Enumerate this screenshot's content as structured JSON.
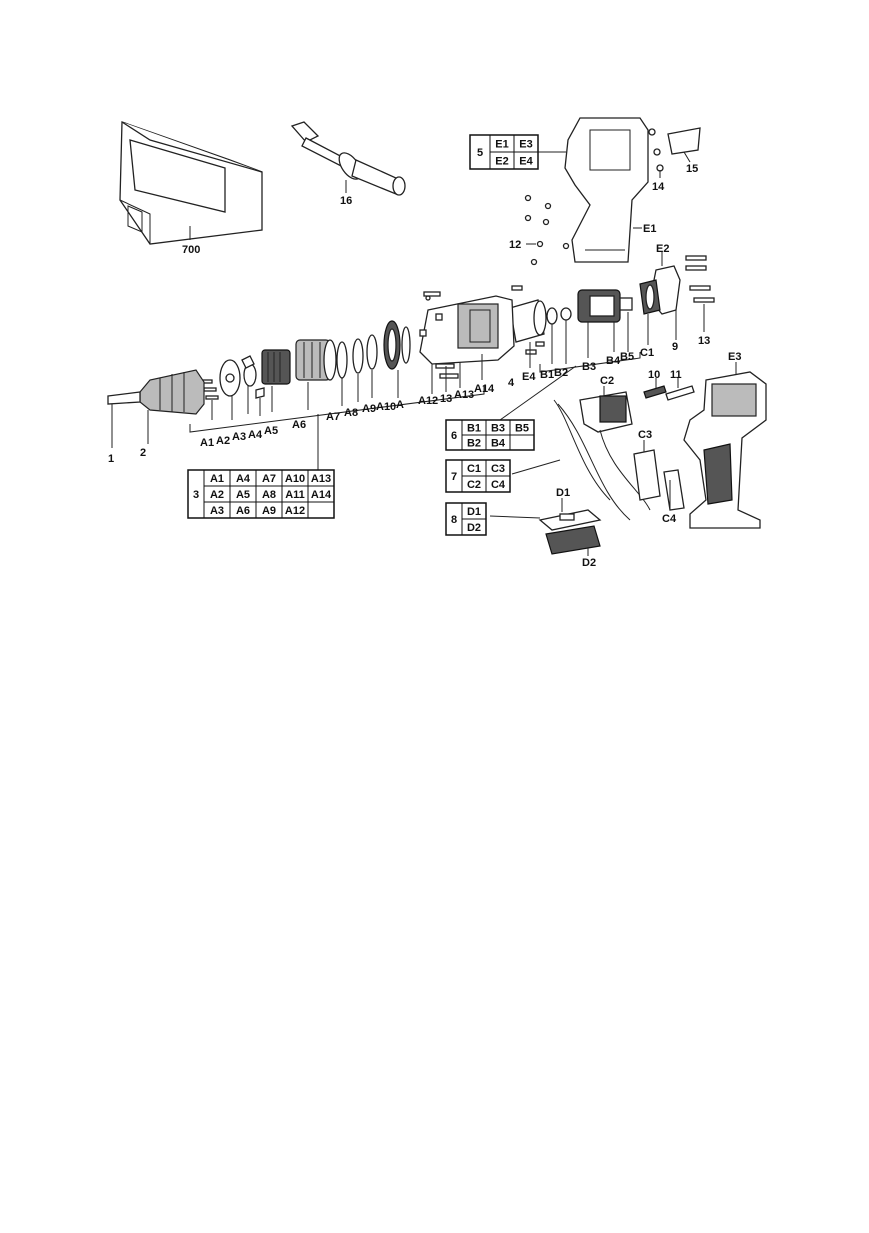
{
  "labels": {
    "l1": "1",
    "l2": "2",
    "l4": "4",
    "l9": "9",
    "l10": "10",
    "l11": "11",
    "l12": "12",
    "l13a": "13",
    "l13b": "13",
    "l14": "14",
    "l15": "15",
    "l16": "16",
    "l700": "700",
    "A": "A",
    "A1": "A1",
    "A2": "A2",
    "A3": "A3",
    "A4": "A4",
    "A5": "A5",
    "A6": "A6",
    "A7": "A7",
    "A8": "A8",
    "A9": "A9",
    "A10": "A10",
    "A12": "A12",
    "A13": "A13",
    "A14": "A14",
    "B1": "B1",
    "B2": "B2",
    "B3": "B3",
    "B4": "B4",
    "B5": "B5",
    "C1": "C1",
    "C2": "C2",
    "C3": "C3",
    "C4": "C4",
    "D1": "D1",
    "D2": "D2",
    "E1": "E1",
    "E2": "E2",
    "E3": "E3",
    "E4": "E4"
  },
  "tables": {
    "t3": {
      "num": "3",
      "rows": [
        [
          "A1",
          "A4",
          "A7",
          "A10",
          "A13"
        ],
        [
          "A2",
          "A5",
          "A8",
          "A11",
          "A14"
        ],
        [
          "A3",
          "A6",
          "A9",
          "A12",
          ""
        ]
      ]
    },
    "t5": {
      "num": "5",
      "rows": [
        [
          "E1",
          "E3"
        ],
        [
          "E2",
          "E4"
        ]
      ]
    },
    "t6": {
      "num": "6",
      "rows": [
        [
          "B1",
          "B3",
          "B5"
        ],
        [
          "B2",
          "B4",
          ""
        ]
      ]
    },
    "t7": {
      "num": "7",
      "rows": [
        [
          "C1",
          "C3"
        ],
        [
          "C2",
          "C4"
        ]
      ]
    },
    "t8": {
      "num": "8",
      "rows": [
        [
          "D1"
        ],
        [
          "D2"
        ]
      ]
    }
  }
}
